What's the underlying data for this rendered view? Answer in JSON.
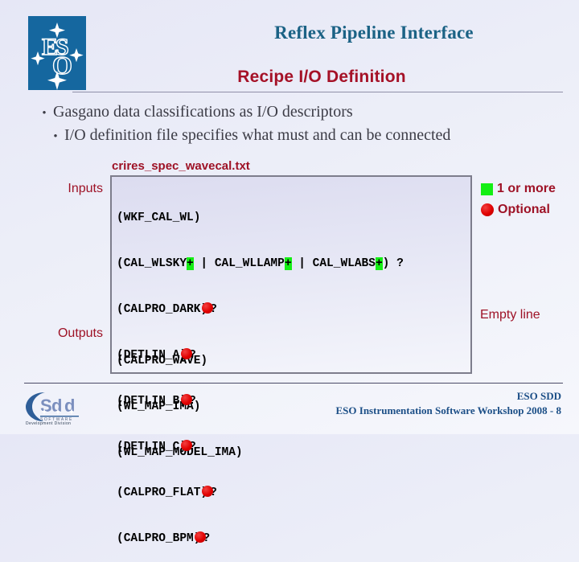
{
  "header": {
    "title": "Reflex Pipeline Interface",
    "subtitle": "Recipe I/O Definition",
    "logo_alt": "eso-logo"
  },
  "bullets": [
    {
      "marker": "•",
      "text": "Gasgano data classifications as I/O descriptors"
    },
    {
      "marker": "•",
      "text": "I/O definition file specifies what must and can be connected"
    }
  ],
  "io_definition": {
    "filename": "crires_spec_wavecal.txt",
    "inputs_label": "Inputs",
    "outputs_label": "Outputs",
    "inputs_lines": [
      {
        "text": "(WKF_CAL_WL)"
      },
      {
        "text": "(CAL_WLSKY+ | CAL_WLLAMP+ | CAL_WLABS+) ?"
      },
      {
        "text": "(CALPRO_DARK) ?"
      },
      {
        "text": "(DETLIN_A) ?"
      },
      {
        "text": "(DETLIN_B) ?"
      },
      {
        "text": "(DETLIN_C) ?"
      },
      {
        "text": "(CALPRO_FLAT) ?"
      },
      {
        "text": "(CALPRO_BPM) ?"
      }
    ],
    "outputs_lines": [
      {
        "text": "(CALPRO_WAVE)"
      },
      {
        "text": "(WL_MAP_IMA)"
      },
      {
        "text": "(WL_MAP_MODEL_IMA)"
      }
    ]
  },
  "legend": {
    "items": [
      {
        "shape": "square",
        "color": "#14ef14",
        "label": "1 or more"
      },
      {
        "shape": "circle",
        "color": "#e00000",
        "label": "Optional"
      }
    ],
    "empty_line_note": "Empty line"
  },
  "footer": {
    "org": "ESO SDD",
    "event": "ESO Instrumentation Software Workshop 2008 - 8",
    "logo_alt": "sdd-logo"
  },
  "colors": {
    "eso_blue": "#15679f",
    "title_teal": "#1b6285",
    "accent_red": "#9e1226",
    "highlight_green": "#14ef14",
    "optional_red": "#e00000",
    "footer_blue": "#1c4f87"
  }
}
